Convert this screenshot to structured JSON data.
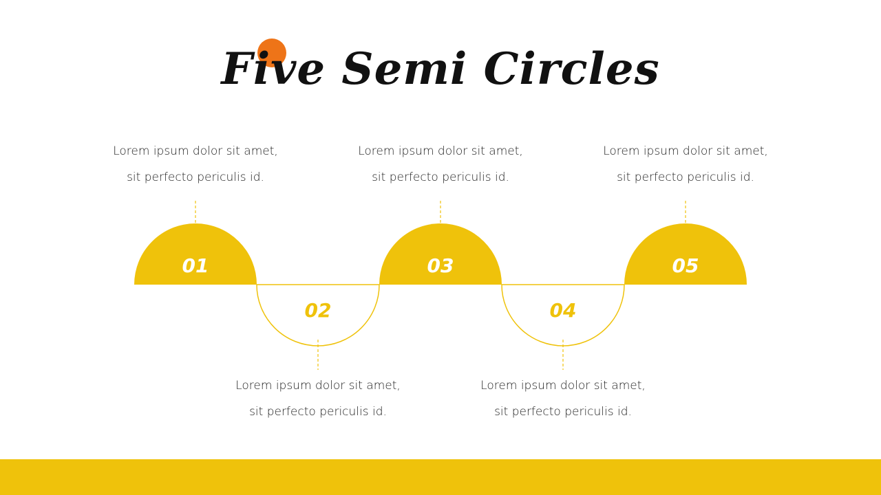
{
  "title": "Five Semi Circles",
  "colors": {
    "accent": "#efc20b",
    "dot": "#ee7418",
    "text": "#222222",
    "background": "#ffffff"
  },
  "steps": [
    {
      "number": "01",
      "position": "top",
      "line1": "Lorem ipsum dolor sit amet,",
      "line2": "sit perfecto periculis id."
    },
    {
      "number": "02",
      "position": "bottom",
      "line1": "Lorem ipsum dolor sit amet,",
      "line2": "sit perfecto periculis id."
    },
    {
      "number": "03",
      "position": "top",
      "line1": "Lorem ipsum dolor sit amet,",
      "line2": "sit perfecto periculis id."
    },
    {
      "number": "04",
      "position": "bottom",
      "line1": "Lorem ipsum dolor sit amet,",
      "line2": "sit perfecto periculis id."
    },
    {
      "number": "05",
      "position": "top",
      "line1": "Lorem ipsum dolor sit amet,",
      "line2": "sit perfecto periculis id."
    }
  ]
}
